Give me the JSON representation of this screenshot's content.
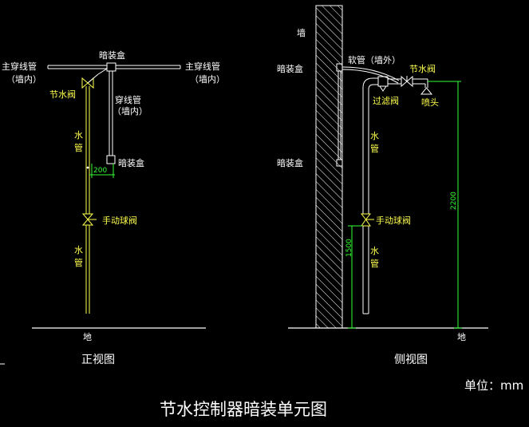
{
  "title": "节水控制器暗装单元图",
  "unit": "单位：mm",
  "front": {
    "caption": "正视图",
    "ground": "地",
    "box_top": "暗装盒",
    "box_bottom": "暗装盒",
    "main_left_1": "主穿线管",
    "main_left_2": "（墙内）",
    "main_right_1": "主穿线管",
    "main_right_2": "（墙内）",
    "conduit_1": "穿线管",
    "conduit_2": "（墙内）",
    "valve": "节水阀",
    "pipe_upper_1": "水",
    "pipe_upper_2": "管",
    "ball_valve": "手动球阀",
    "pipe_lower_1": "水",
    "pipe_lower_2": "管",
    "dim": "200"
  },
  "side": {
    "caption": "侧视图",
    "wall": "墙",
    "ground": "地",
    "box_top": "暗装盒",
    "box_bottom": "暗装盒",
    "hose": "软管（墙外）",
    "valve": "节水阀",
    "filter": "过滤阀",
    "nozzle": "喷头",
    "pipe_upper_1": "水",
    "pipe_upper_2": "管",
    "ball_valve": "手动球阀",
    "pipe_lower_1": "水",
    "pipe_lower_2": "管",
    "dim_1500": "1500",
    "dim_2200": "2200"
  },
  "colors": {
    "background": "#000000",
    "pipe": "#ffff4d",
    "dimension": "#33ff33",
    "line": "#ffffff"
  }
}
